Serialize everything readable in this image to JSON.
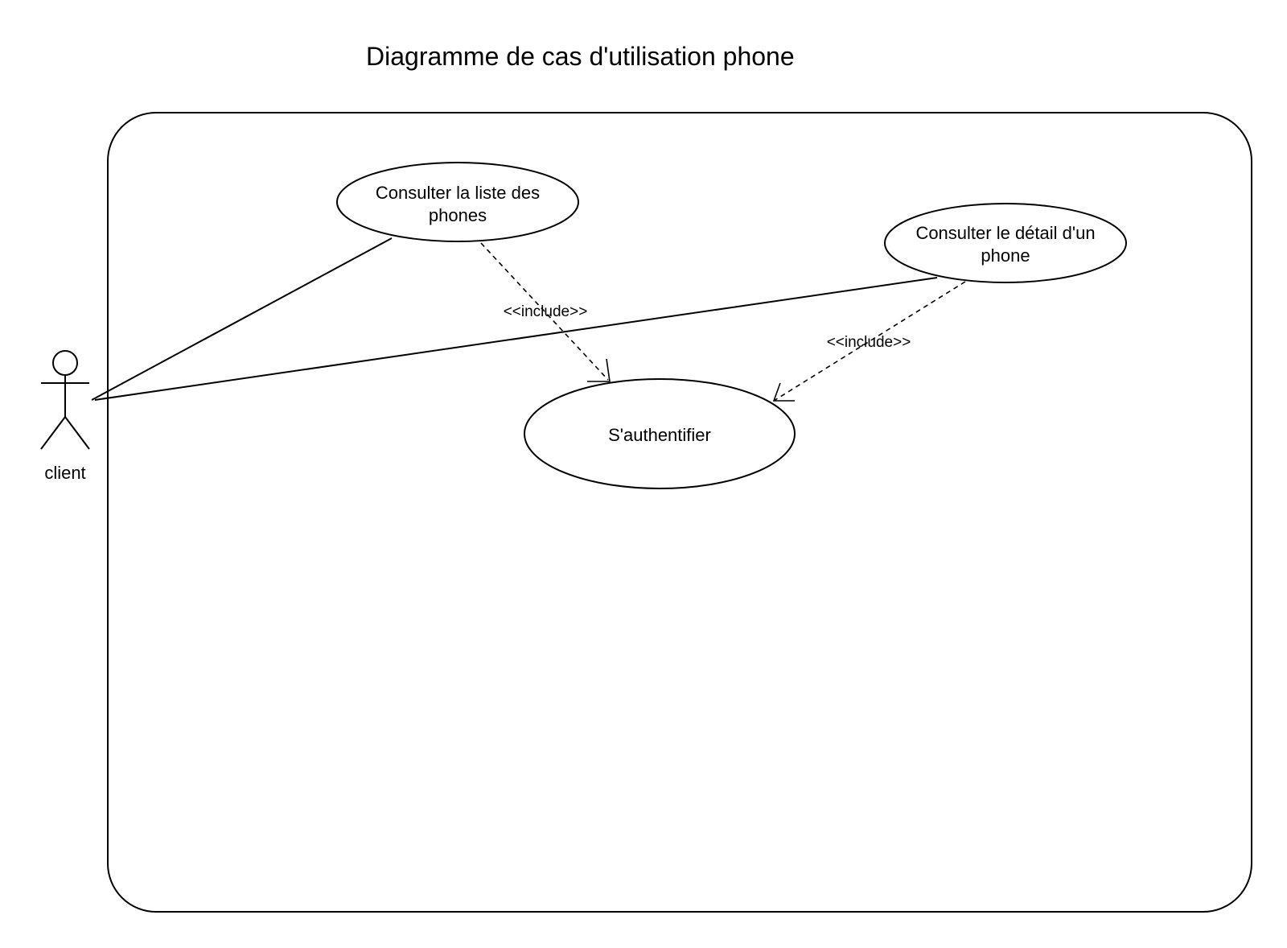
{
  "title": "Diagramme de cas d'utilisation phone",
  "actor": {
    "name": "client"
  },
  "use_cases": {
    "list_phones": [
      "Consulter la liste des",
      "phones"
    ],
    "phone_detail": [
      "Consulter le détail d'un",
      "phone"
    ],
    "authenticate": [
      "S'authentifier"
    ]
  },
  "relations": {
    "include_list": "<<include>>",
    "include_detail": "<<include>>"
  },
  "colors": {
    "stroke": "#000000",
    "background": "#ffffff"
  }
}
